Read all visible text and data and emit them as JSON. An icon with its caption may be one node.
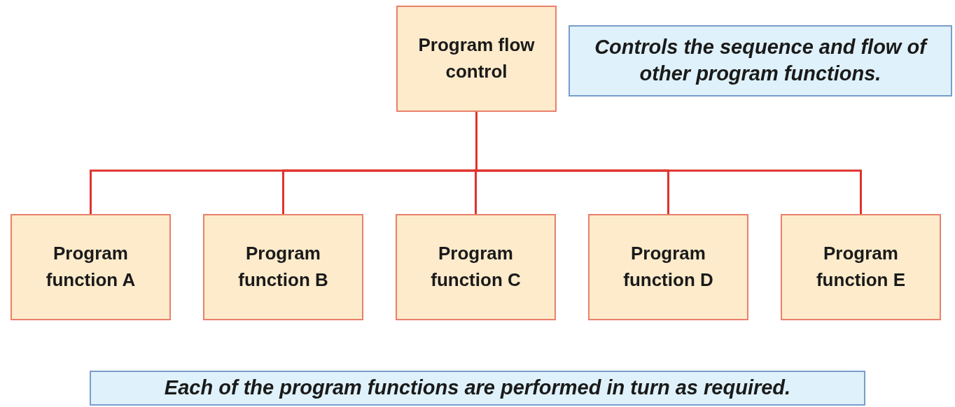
{
  "diagram": {
    "nodes": [
      {
        "text": [
          "Program flow control"
        ]
      },
      {
        "text": [
          "Controls the sequence and flow of other program functions."
        ]
      },
      {
        "text": [
          "Program function A"
        ]
      },
      {
        "text": [
          "Program function B"
        ]
      },
      {
        "text": [
          "Program function C"
        ]
      },
      {
        "text": [
          "Program function D"
        ]
      },
      {
        "text": [
          "Program function E"
        ]
      },
      {
        "text": [
          "Each of the program functions are performed in turn as required."
        ]
      }
    ],
    "edges": [
      {
        "from": 0,
        "to": 2,
        "arrow": "none"
      },
      {
        "from": 0,
        "to": 3,
        "arrow": "none"
      },
      {
        "from": 0,
        "to": 4,
        "arrow": "none"
      },
      {
        "from": 0,
        "to": 5,
        "arrow": "none"
      },
      {
        "from": 0,
        "to": 6,
        "arrow": "none"
      }
    ]
  }
}
